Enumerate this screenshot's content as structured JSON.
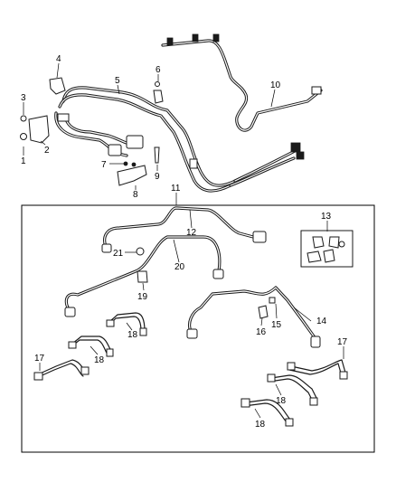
{
  "diagram": {
    "callouts": [
      "1",
      "2",
      "3",
      "4",
      "5",
      "6",
      "7",
      "8",
      "9",
      "10",
      "11",
      "12",
      "13",
      "14",
      "15",
      "16",
      "17",
      "17",
      "18",
      "18",
      "18",
      "18",
      "19",
      "20",
      "21"
    ]
  }
}
